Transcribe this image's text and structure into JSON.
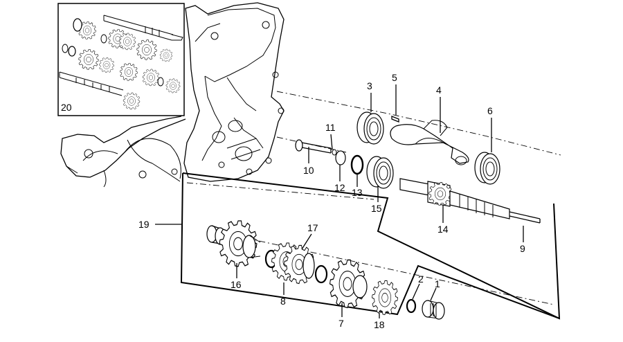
{
  "part_labels": [
    "1",
    "2",
    "3",
    "4",
    "5",
    "6",
    "7",
    "8",
    "9",
    "10",
    "11",
    "12",
    "13",
    "14",
    "15",
    "16",
    "17",
    "18",
    "19",
    "20"
  ]
}
